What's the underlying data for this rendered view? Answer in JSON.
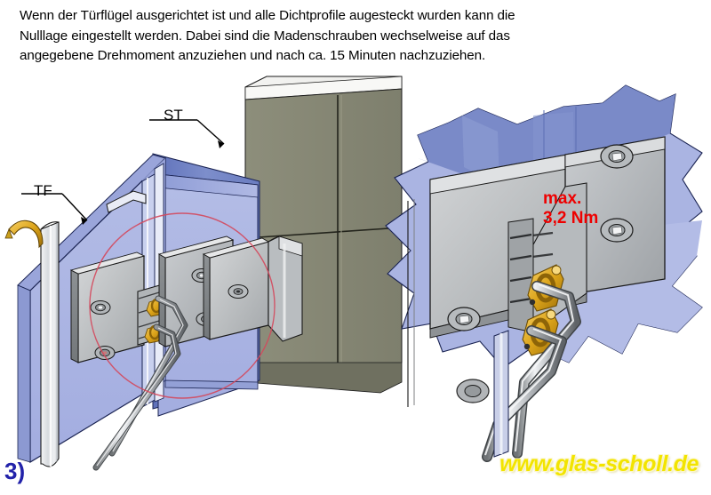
{
  "instruction": {
    "line1": "Wenn der Türflügel ausgerichtet ist und alle Dichtprofile augesteckt wurden kann die",
    "line2": "Nulllage eingestellt werden. Dabei sind die Madenschrauben wechselweise auf das",
    "line3": "angegebene Drehmoment anzuziehen und nach ca. 15 Minuten nachzuziehen."
  },
  "labels": {
    "st": "ST",
    "tf": "TF"
  },
  "torque": {
    "prefix": "max.",
    "value": "3,2 Nm"
  },
  "footer": {
    "step": "3)",
    "website": "www.glas-scholl.de"
  },
  "colors": {
    "glass_face": "#a9b3e2",
    "glass_face_light": "#bcc4ea",
    "glass_edge_dark": "#6f80c2",
    "glass_edge_mid": "#8b99d4",
    "metal_light": "#dcdcdc",
    "metal_mid": "#b9bcbe",
    "metal_dark": "#8e9295",
    "wall_face": "#8b8c79",
    "wall_cap": "#eeeeec",
    "brass": "#e0a81f",
    "brass_dark": "#a8760c",
    "chrome": "#d6d8da",
    "detail_circle": "#d4485c",
    "outline": "#1a1a1a",
    "accent_red": "#ee0000",
    "accent_blue": "#2222aa",
    "accent_yellow": "#f2e400"
  },
  "diagram": {
    "title": "Hinge zero-position adjustment, glass door leaf on wall frame",
    "parts": [
      {
        "name": "door-leaf-glass",
        "label": "TF"
      },
      {
        "name": "side-panel-glass",
        "label": "ST"
      },
      {
        "name": "hinge-plate-leaf"
      },
      {
        "name": "hinge-plate-panel"
      },
      {
        "name": "set-screws-brass"
      },
      {
        "name": "allen-key-upper"
      },
      {
        "name": "allen-key-lower"
      },
      {
        "name": "wall-mount-bracket"
      },
      {
        "name": "wall-frame"
      },
      {
        "name": "seal-profile"
      },
      {
        "name": "detail-circle-marker"
      },
      {
        "name": "detail-burst-view"
      }
    ]
  }
}
